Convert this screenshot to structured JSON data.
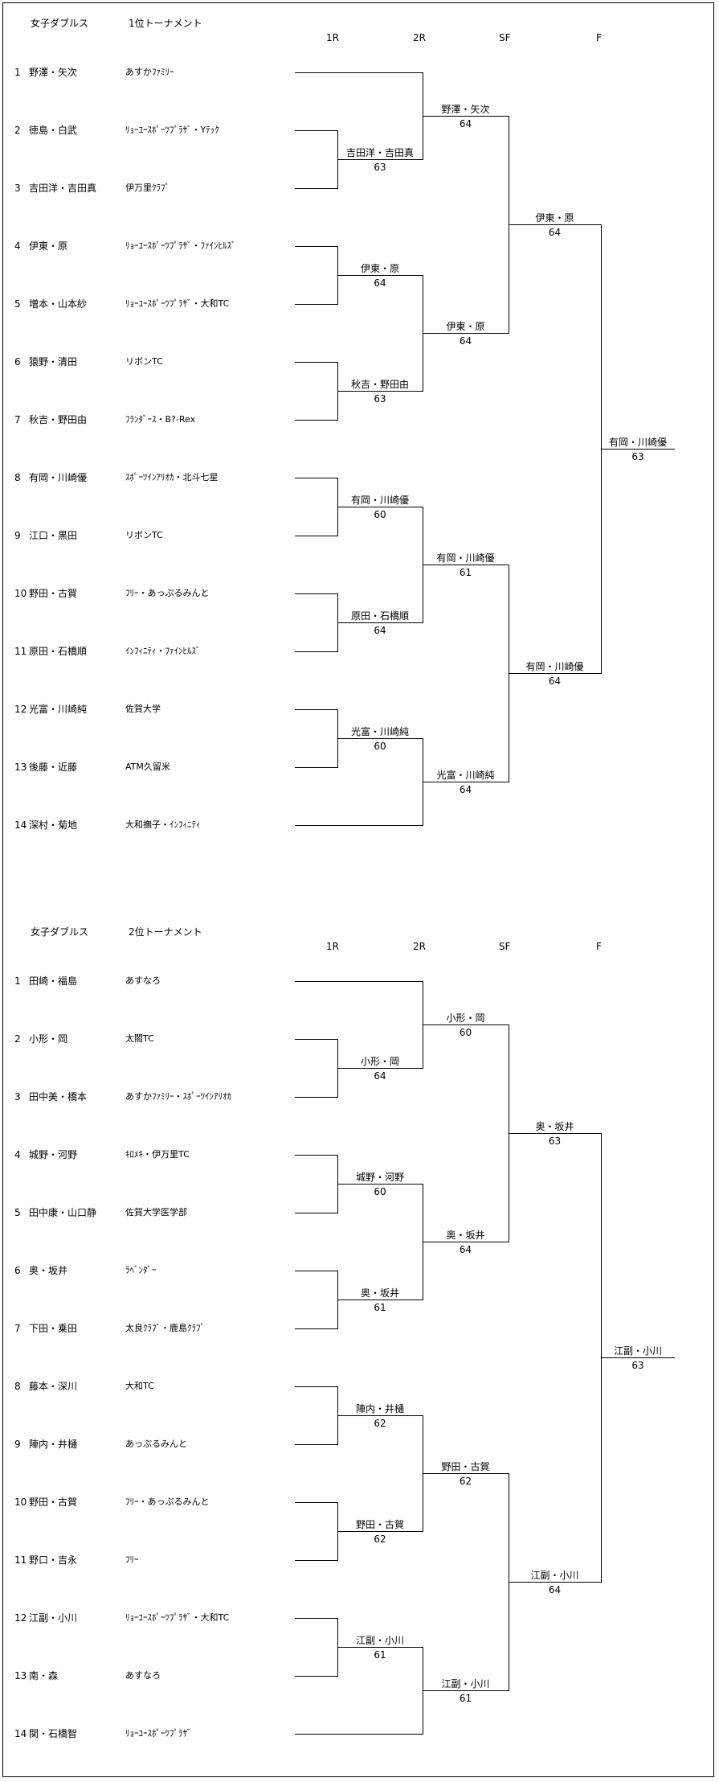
{
  "brackets": [
    {
      "event": "女子ダブルス",
      "tournament": "1位トーナメント",
      "round_labels": [
        "1R",
        "2R",
        "SF",
        "F"
      ],
      "players": [
        {
          "num": "1",
          "name": "野澤・矢次",
          "club": "あすかﾌｧﾐﾘｰ"
        },
        {
          "num": "2",
          "name": "徳島・白武",
          "club": "ﾘｮｰﾕｰｽﾎﾟｰﾂﾌﾟﾗｻﾞ・Yﾃｯｸ"
        },
        {
          "num": "3",
          "name": "吉田洋・吉田真",
          "club": "伊万里ｸﾗﾌﾞ"
        },
        {
          "num": "4",
          "name": "伊東・原",
          "club": "ﾘｮｰﾕｰｽﾎﾟｰﾂﾌﾟﾗｻﾞ・ﾌｧｲﾝﾋﾙｽﾞ"
        },
        {
          "num": "5",
          "name": "増本・山本紗",
          "club": "ﾘｮｰﾕｰｽﾎﾟｰﾂﾌﾟﾗｻﾞ・大和TC"
        },
        {
          "num": "6",
          "name": "猿野・清田",
          "club": "リボンTC"
        },
        {
          "num": "7",
          "name": "秋吉・野田由",
          "club": "ﾌﾗﾝﾀﾞｰｽ・B?-Rex"
        },
        {
          "num": "8",
          "name": "有岡・川崎優",
          "club": "ｽﾎﾟｰﾂｲﾝｱﾘｵｶ・北斗七星"
        },
        {
          "num": "9",
          "name": "江口・黒田",
          "club": "リボンTC"
        },
        {
          "num": "10",
          "name": "野田・古賀",
          "club": "ﾌﾘｰ・あっぷるみんと"
        },
        {
          "num": "11",
          "name": "原田・石橋順",
          "club": "ｲﾝﾌｨﾆﾃｨ・ﾌｧｲﾝﾋﾙｽﾞ"
        },
        {
          "num": "12",
          "name": "光富・川崎純",
          "club": "佐賀大学"
        },
        {
          "num": "13",
          "name": "後藤・近藤",
          "club": "ATM久留米"
        },
        {
          "num": "14",
          "name": "深村・菊地",
          "club": "大和撫子・ｲﾝﾌｨﾆﾃｨ"
        }
      ],
      "results": [
        {
          "name": "吉田洋・吉田真",
          "score": "63"
        },
        {
          "name": "伊東・原",
          "score": "64"
        },
        {
          "name": "秋吉・野田由",
          "score": "63"
        },
        {
          "name": "有岡・川崎優",
          "score": "60"
        },
        {
          "name": "原田・石橋順",
          "score": "64"
        },
        {
          "name": "光富・川崎純",
          "score": "60"
        },
        {
          "name": "野澤・矢次",
          "score": "64"
        },
        {
          "name": "伊東・原",
          "score": "64"
        },
        {
          "name": "有岡・川崎優",
          "score": "61"
        },
        {
          "name": "光富・川崎純",
          "score": "64"
        },
        {
          "name": "伊東・原",
          "score": "64"
        },
        {
          "name": "有岡・川崎優",
          "score": "64"
        },
        {
          "name": "有岡・川崎優",
          "score": "63"
        }
      ]
    },
    {
      "event": "女子ダブルス",
      "tournament": "2位トーナメント",
      "round_labels": [
        "1R",
        "2R",
        "SF",
        "F"
      ],
      "players": [
        {
          "num": "1",
          "name": "田崎・福島",
          "club": "あすなろ"
        },
        {
          "num": "2",
          "name": "小形・岡",
          "club": "太閤TC"
        },
        {
          "num": "3",
          "name": "田中美・橋本",
          "club": "あすかﾌｧﾐﾘｰ・ｽﾎﾟｰﾂｲﾝｱﾘｵｶ"
        },
        {
          "num": "4",
          "name": "城野・河野",
          "club": "ｷﾛﾒｷ・伊万里TC"
        },
        {
          "num": "5",
          "name": "田中康・山口静",
          "club": "佐賀大学医学部"
        },
        {
          "num": "6",
          "name": "奥・坂井",
          "club": "ﾗﾍﾞﾝﾀﾞｰ"
        },
        {
          "num": "7",
          "name": "下田・乗田",
          "club": "太良ｸﾗﾌﾞ・鹿島ｸﾗﾌﾞ"
        },
        {
          "num": "8",
          "name": "藤本・深川",
          "club": "大和TC"
        },
        {
          "num": "9",
          "name": "陣内・井樋",
          "club": "あっぷるみんと"
        },
        {
          "num": "10",
          "name": "野田・古賀",
          "club": "ﾌﾘｰ・あっぷるみんと"
        },
        {
          "num": "11",
          "name": "野口・吉永",
          "club": "ﾌﾘｰ"
        },
        {
          "num": "12",
          "name": "江副・小川",
          "club": "ﾘｮｰﾕｰｽﾎﾟｰﾂﾌﾟﾗｻﾞ・大和TC"
        },
        {
          "num": "13",
          "name": "南・森",
          "club": "あすなろ"
        },
        {
          "num": "14",
          "name": "関・石橋智",
          "club": "ﾘｮｰﾕｰｽﾎﾟｰﾂﾌﾟﾗｻﾞ"
        }
      ],
      "results": [
        {
          "name": "小形・岡",
          "score": "64"
        },
        {
          "name": "城野・河野",
          "score": "60"
        },
        {
          "name": "奥・坂井",
          "score": "61"
        },
        {
          "name": "陣内・井樋",
          "score": "62"
        },
        {
          "name": "野田・古賀",
          "score": "62"
        },
        {
          "name": "江副・小川",
          "score": "61"
        },
        {
          "name": "小形・岡",
          "score": "60"
        },
        {
          "name": "奥・坂井",
          "score": "64"
        },
        {
          "name": "野田・古賀",
          "score": "62"
        },
        {
          "name": "江副・小川",
          "score": "61"
        },
        {
          "name": "奥・坂井",
          "score": "63"
        },
        {
          "name": "江副・小川",
          "score": "64"
        },
        {
          "name": "江副・小川",
          "score": "63"
        }
      ]
    }
  ]
}
